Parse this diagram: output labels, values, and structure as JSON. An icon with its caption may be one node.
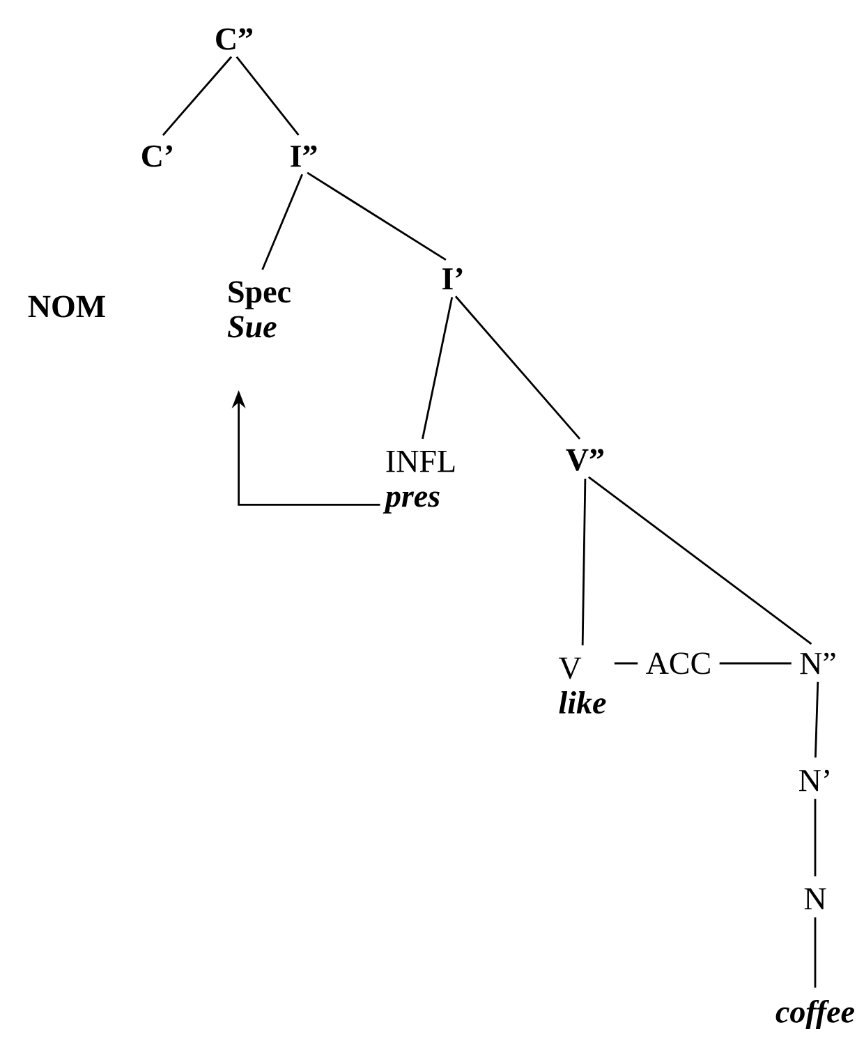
{
  "diagram": {
    "nodes": [
      {
        "text": [
          "C”"
        ]
      },
      {
        "text": [
          "C’"
        ]
      },
      {
        "text": [
          "I”"
        ]
      },
      {
        "text": [
          "Spec",
          "Sue"
        ]
      },
      {
        "text": [
          "I’"
        ]
      },
      {
        "text": [
          "INFL",
          "pres"
        ]
      },
      {
        "text": [
          "V”"
        ]
      },
      {
        "text": [
          "V",
          "like"
        ]
      },
      {
        "text": [
          "ACC"
        ]
      },
      {
        "text": [
          "N”"
        ]
      },
      {
        "text": [
          "N’"
        ]
      },
      {
        "text": [
          "N"
        ]
      },
      {
        "text": [
          "coffee"
        ]
      }
    ],
    "edges": [
      {
        "from": 0,
        "to": 1,
        "arrow": "none"
      },
      {
        "from": 0,
        "to": 2,
        "arrow": "none"
      },
      {
        "from": 2,
        "to": 3,
        "arrow": "none"
      },
      {
        "from": 2,
        "to": 4,
        "arrow": "none"
      },
      {
        "from": 4,
        "to": 5,
        "arrow": "none"
      },
      {
        "from": 4,
        "to": 6,
        "arrow": "none"
      },
      {
        "from": 6,
        "to": 7,
        "arrow": "none"
      },
      {
        "from": 6,
        "to": 9,
        "arrow": "none"
      },
      {
        "from": 7,
        "to": 8,
        "arrow": "none"
      },
      {
        "from": 8,
        "to": 9,
        "arrow": "none"
      },
      {
        "from": 9,
        "to": 10,
        "arrow": "none"
      },
      {
        "from": 10,
        "to": 11,
        "arrow": "none"
      },
      {
        "from": 11,
        "to": 12,
        "arrow": "none"
      },
      {
        "from": 5,
        "to": 3,
        "arrow": "to"
      }
    ],
    "labels": [
      "NOM"
    ]
  }
}
